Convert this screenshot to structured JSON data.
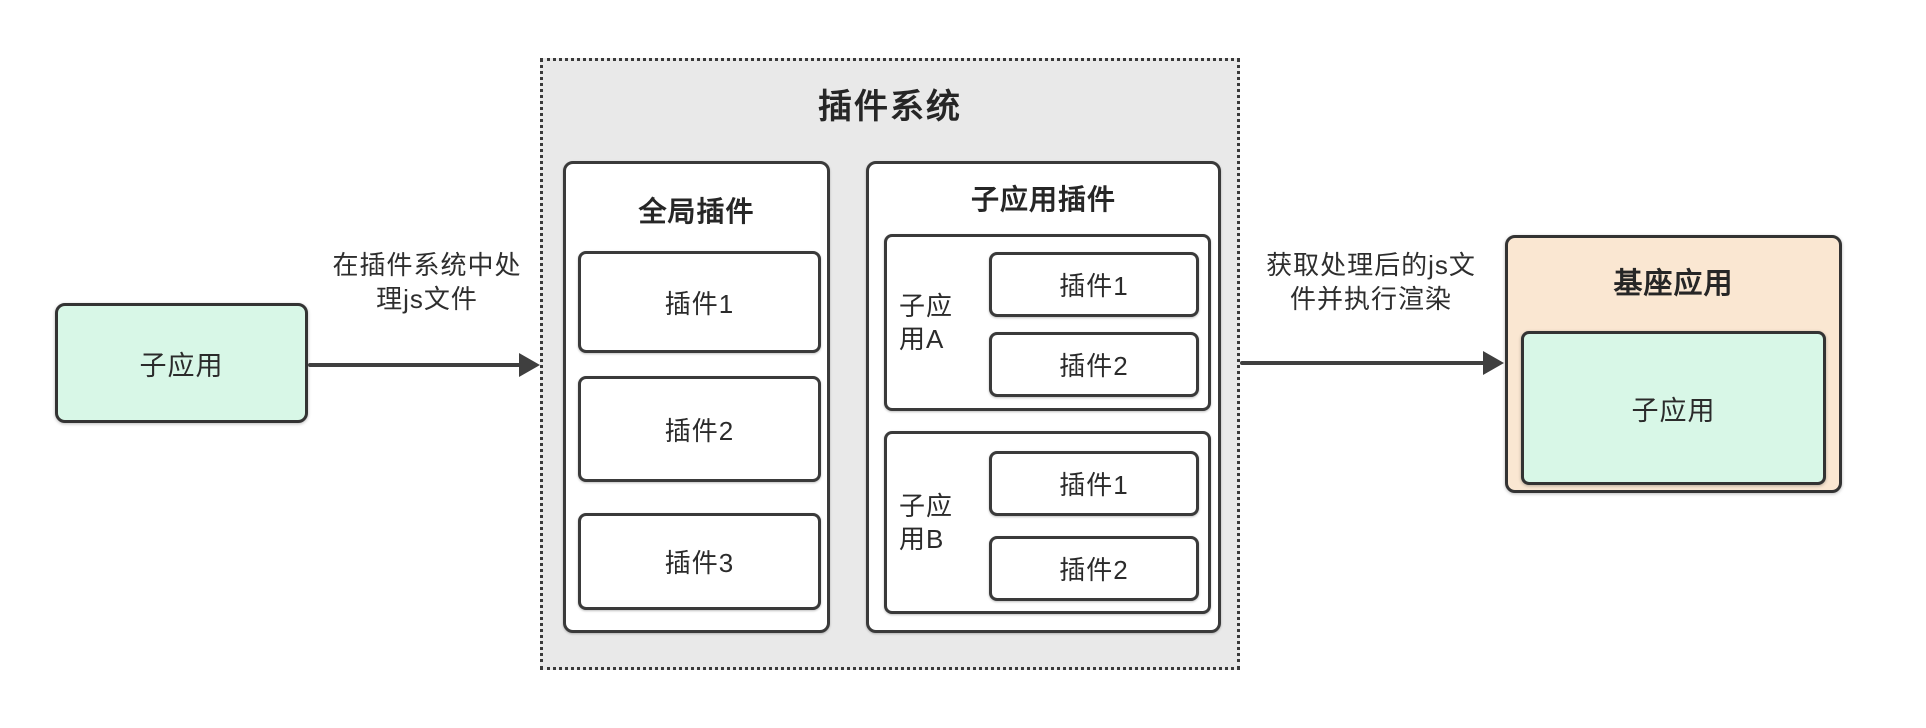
{
  "diagram": {
    "left_app": {
      "label": "子应用"
    },
    "arrow1": {
      "label": "在插件系统中处理js文件"
    },
    "plugin_system": {
      "title": "插件系统",
      "global_plugins": {
        "title": "全局插件",
        "items": [
          "插件1",
          "插件2",
          "插件3"
        ]
      },
      "sub_app_plugins": {
        "title": "子应用插件",
        "groups": [
          {
            "label": "子应用A",
            "items": [
              "插件1",
              "插件2"
            ]
          },
          {
            "label": "子应用B",
            "items": [
              "插件1",
              "插件2"
            ]
          }
        ]
      }
    },
    "arrow2": {
      "label": "获取处理后的js文件并执行渲染"
    },
    "base_app": {
      "title": "基座应用",
      "sub_app_label": "子应用"
    },
    "colors": {
      "mint": "#d8f7e7",
      "peach": "#fae7d2",
      "panel_gray": "#e9e9e9",
      "border": "#333333",
      "arrow": "#3f3f3f",
      "text": "#2b2b2b"
    }
  }
}
